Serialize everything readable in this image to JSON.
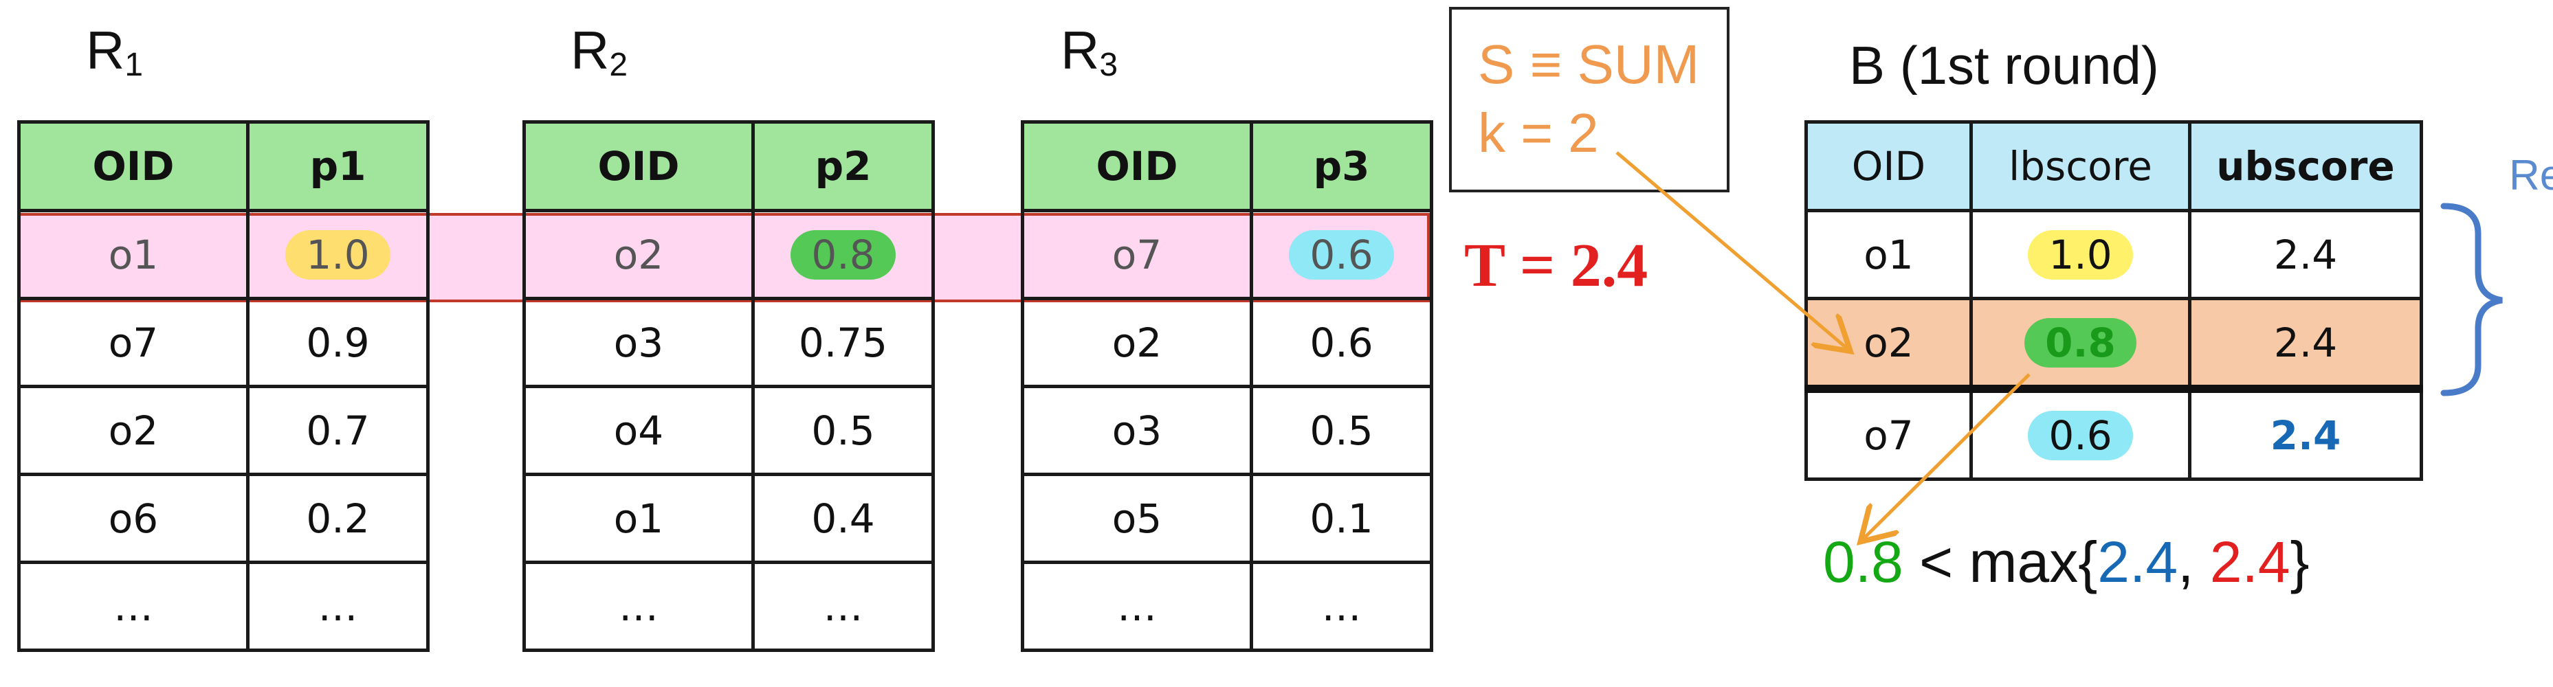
{
  "relations": [
    {
      "name": "R",
      "sub": "1",
      "headers": [
        "OID",
        "p1"
      ],
      "rows": [
        [
          "o1",
          "1.0"
        ],
        [
          "o7",
          "0.9"
        ],
        [
          "o2",
          "0.7"
        ],
        [
          "o6",
          "0.2"
        ],
        [
          "…",
          "…"
        ]
      ]
    },
    {
      "name": "R",
      "sub": "2",
      "headers": [
        "OID",
        "p2"
      ],
      "rows": [
        [
          "o2",
          "0.8"
        ],
        [
          "o3",
          "0.75"
        ],
        [
          "o4",
          "0.5"
        ],
        [
          "o1",
          "0.4"
        ],
        [
          "…",
          "…"
        ]
      ]
    },
    {
      "name": "R",
      "sub": "3",
      "headers": [
        "OID",
        "p3"
      ],
      "rows": [
        [
          "o7",
          "0.6"
        ],
        [
          "o2",
          "0.6"
        ],
        [
          "o3",
          "0.5"
        ],
        [
          "o5",
          "0.1"
        ],
        [
          "…",
          "…"
        ]
      ]
    }
  ],
  "params": {
    "line1": "S ≡ SUM",
    "line2": "k = 2"
  },
  "threshold": {
    "label": "T = ",
    "value": "2.4"
  },
  "buffer": {
    "title": "B (1st round)",
    "headers": [
      "OID",
      "lbscore",
      "ubscore"
    ],
    "rows": [
      [
        "o1",
        "1.0",
        "2.4"
      ],
      [
        "o2",
        "0.8",
        "2.4"
      ],
      [
        "o7",
        "0.6",
        "2.4"
      ]
    ]
  },
  "res_label": "Res",
  "formula": {
    "left": "0.8",
    "op": " < max{",
    "a": "2.4",
    "sep": ", ",
    "b": "2.4",
    "close": "}"
  },
  "colors": {
    "header_green": "#a0e59b",
    "header_blue": "#bfe9f7",
    "highlight_orange": "#f7c9a6",
    "arrow": "#f0a030",
    "red": "#e32020",
    "blue": "#1769b5",
    "green": "#15a815"
  }
}
